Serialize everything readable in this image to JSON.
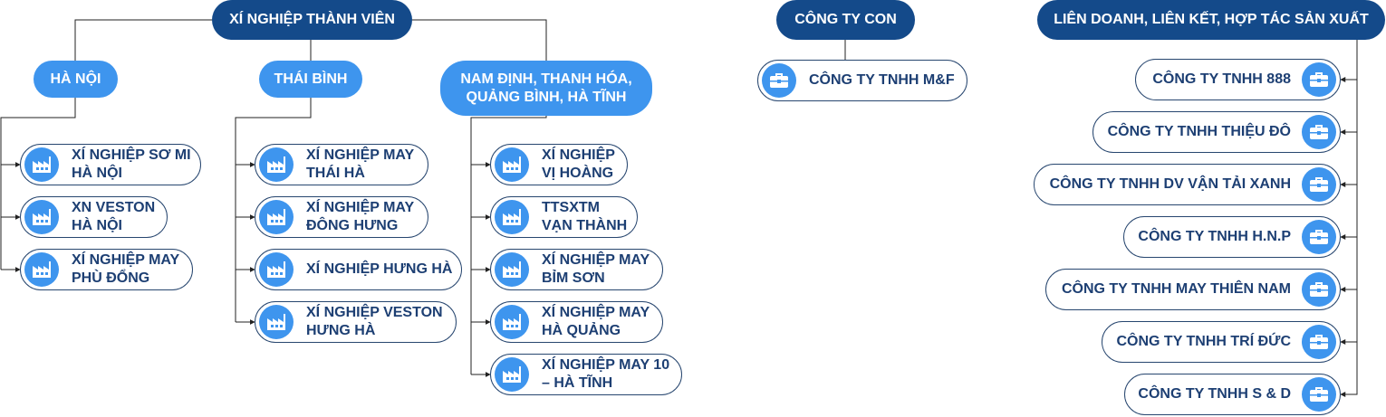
{
  "groups": {
    "member": {
      "title": "XÍ NGHIỆP THÀNH VIÊN",
      "regions": [
        {
          "title": "HÀ NỘI",
          "items": [
            {
              "line1": "XÍ NGHIỆP SƠ MI",
              "line2": "HÀ NỘI",
              "icon": "factory-icon"
            },
            {
              "line1": "XN VESTON",
              "line2": "HÀ NỘI",
              "icon": "factory-icon"
            },
            {
              "line1": "XÍ NGHIỆP MAY",
              "line2": "PHÙ ĐỔNG",
              "icon": "factory-icon"
            }
          ]
        },
        {
          "title": "THÁI BÌNH",
          "items": [
            {
              "line1": "XÍ NGHIỆP MAY",
              "line2": "THÁI HÀ",
              "icon": "factory-icon"
            },
            {
              "line1": "XÍ NGHIỆP MAY",
              "line2": "ĐÔNG HƯNG",
              "icon": "factory-icon"
            },
            {
              "line1": "XÍ NGHIỆP HƯNG HÀ",
              "line2": "",
              "icon": "factory-icon"
            },
            {
              "line1": "XÍ NGHIỆP VESTON",
              "line2": "HƯNG HÀ",
              "icon": "factory-icon"
            }
          ]
        },
        {
          "title_line1": "NAM ĐỊNH, THANH HÓA,",
          "title_line2": "QUẢNG BÌNH, HÀ TĨNH",
          "items": [
            {
              "line1": "XÍ NGHIỆP",
              "line2": "VỊ HOÀNG",
              "icon": "factory-icon"
            },
            {
              "line1": "TTSXTM",
              "line2": "VẠN THÀNH",
              "icon": "factory-icon"
            },
            {
              "line1": "XÍ NGHIỆP MAY",
              "line2": "BỈM SƠN",
              "icon": "factory-icon"
            },
            {
              "line1": "XÍ NGHIỆP MAY",
              "line2": "HÀ QUẢNG",
              "icon": "factory-icon"
            },
            {
              "line1": "XÍ NGHIỆP MAY 10",
              "line2": "– HÀ TĨNH",
              "icon": "factory-icon"
            }
          ]
        }
      ]
    },
    "subsidiary": {
      "title": "CÔNG TY CON",
      "items": [
        {
          "label": "CÔNG TY TNHH M&F",
          "icon": "briefcase-icon"
        }
      ]
    },
    "joint": {
      "title": "LIÊN DOANH, LIÊN KẾT, HỢP TÁC SẢN XUẤT",
      "items": [
        {
          "label": "CÔNG TY TNHH 888",
          "icon": "briefcase-icon"
        },
        {
          "label": "CÔNG TY TNHH THIỆU ĐÔ",
          "icon": "briefcase-icon"
        },
        {
          "label": "CÔNG TY TNHH DV VẬN TẢI XANH",
          "icon": "briefcase-icon"
        },
        {
          "label": "CÔNG TY TNHH H.N.P",
          "icon": "briefcase-icon"
        },
        {
          "label": "CÔNG TY TNHH MAY THIÊN NAM",
          "icon": "briefcase-icon"
        },
        {
          "label": "CÔNG TY TNHH TRÍ ĐỨC",
          "icon": "briefcase-icon"
        },
        {
          "label": "CÔNG TY TNHH S & D",
          "icon": "briefcase-icon"
        }
      ]
    }
  },
  "colors": {
    "dark_header": "#144a8a",
    "light_header": "#3e95ee",
    "node_border": "#27466f",
    "node_text": "#1d3f73",
    "connector": "#222222"
  }
}
